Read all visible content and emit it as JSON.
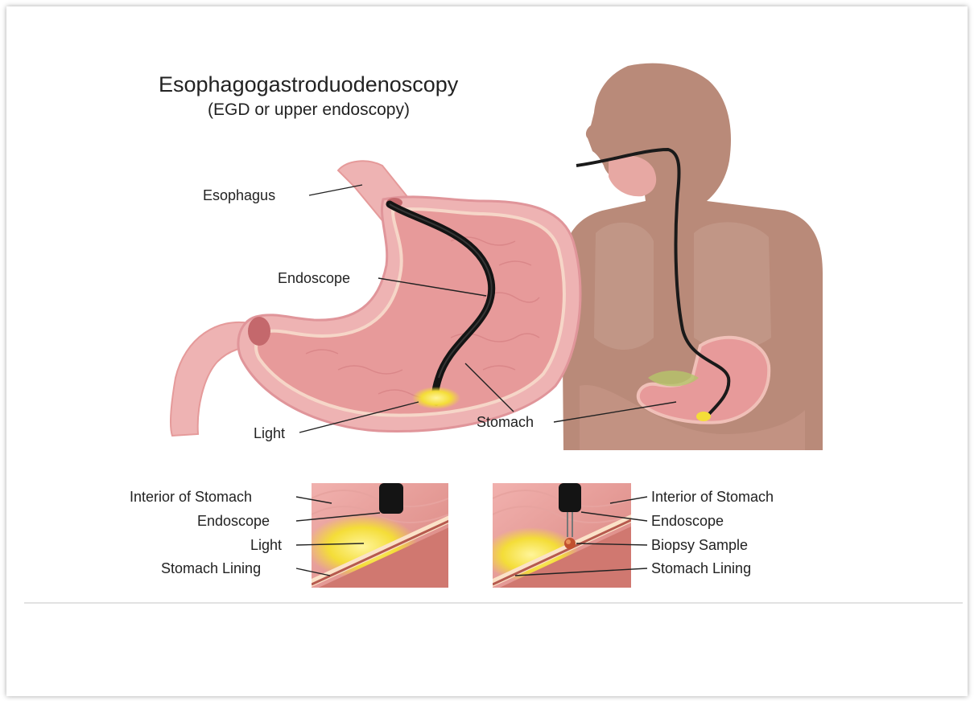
{
  "diagram": {
    "title": "Esophagogastroduodenoscopy",
    "subtitle": "(EGD or upper endoscopy)",
    "labels": {
      "esophagus": "Esophagus",
      "endoscope": "Endoscope",
      "light": "Light",
      "stomach": "Stomach"
    },
    "inset_left": {
      "interior": "Interior of Stomach",
      "endoscope": "Endoscope",
      "light": "Light",
      "lining": "Stomach Lining"
    },
    "inset_right": {
      "interior": "Interior of Stomach",
      "endoscope": "Endoscope",
      "biopsy": "Biopsy Sample",
      "lining": "Stomach Lining"
    }
  },
  "colors": {
    "silhouette": "#b98a79",
    "stomach_outer": "#eeb3b3",
    "stomach_inner": "#e79a9a",
    "endoscope": "#1a1a1a",
    "light": "#f4dd38"
  }
}
